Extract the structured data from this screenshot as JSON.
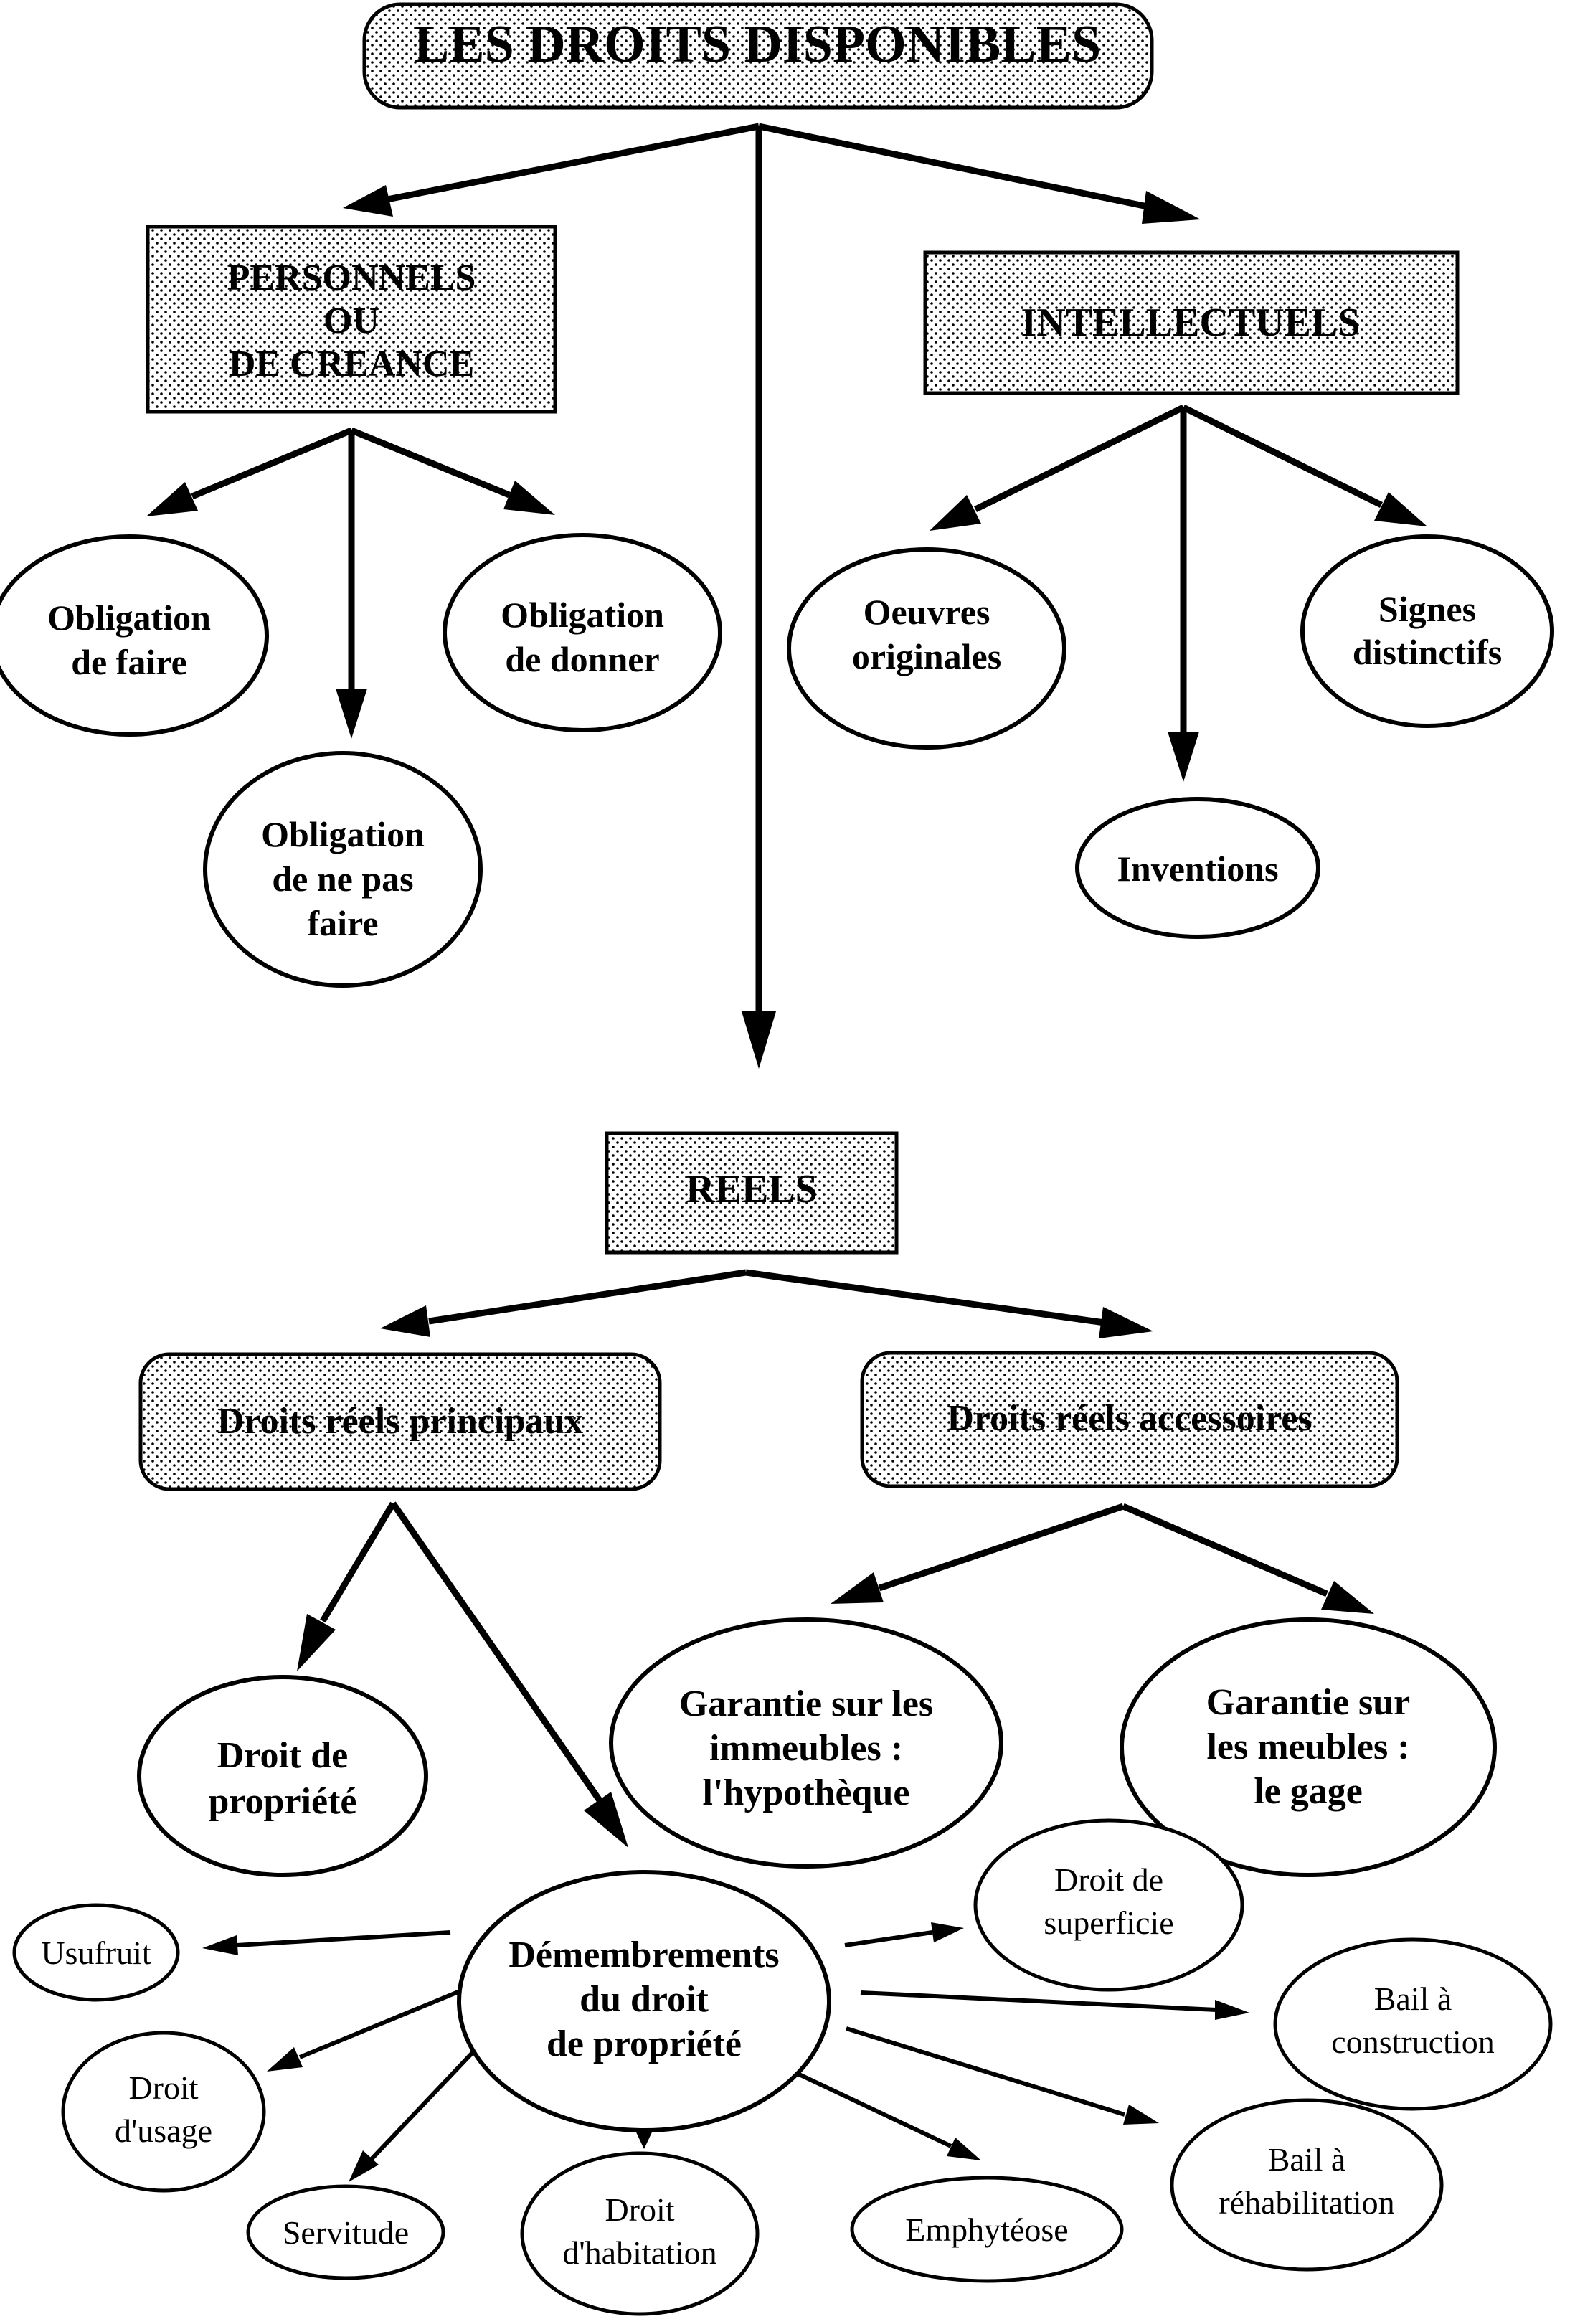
{
  "nodes": {
    "root": {
      "lines": [
        "LES DROITS DISPONIBLES"
      ]
    },
    "personnels": {
      "lines": [
        "PERSONNELS",
        "OU",
        "DE CREANCE"
      ]
    },
    "intellectuels": {
      "lines": [
        "INTELLECTUELS"
      ]
    },
    "obligation_faire": {
      "lines": [
        "Obligation",
        "de  faire"
      ]
    },
    "obligation_donner": {
      "lines": [
        "Obligation",
        "de  donner"
      ]
    },
    "obligation_ne_pas_faire": {
      "lines": [
        "Obligation",
        "de ne pas",
        "faire"
      ]
    },
    "oeuvres_originales": {
      "lines": [
        "Oeuvres",
        "originales"
      ]
    },
    "signes_distinctifs": {
      "lines": [
        "Signes",
        "distinctifs"
      ]
    },
    "inventions": {
      "lines": [
        "Inventions"
      ]
    },
    "reels": {
      "lines": [
        "REELS"
      ]
    },
    "droits_reels_principaux": {
      "lines": [
        "Droits  réels  principaux"
      ]
    },
    "droits_reels_accessoires": {
      "lines": [
        "Droits  réels  accessoires"
      ]
    },
    "droit_de_propriete": {
      "lines": [
        "Droit de",
        "propriété"
      ]
    },
    "garantie_immeubles": {
      "lines": [
        "Garantie sur les",
        "immeubles :",
        "l'hypothèque"
      ]
    },
    "garantie_meubles": {
      "lines": [
        "Garantie sur",
        "les meubles :",
        "le  gage"
      ]
    },
    "demembrements": {
      "lines": [
        "Démembrements",
        "du droit",
        "de  propriété"
      ]
    },
    "usufruit": {
      "lines": [
        "Usufruit"
      ]
    },
    "droit_usage": {
      "lines": [
        "Droit",
        "d'usage"
      ]
    },
    "servitude": {
      "lines": [
        "Servitude"
      ]
    },
    "droit_habitation": {
      "lines": [
        "Droit",
        "d'habitation"
      ]
    },
    "emphyteose": {
      "lines": [
        "Emphytéose"
      ]
    },
    "bail_rehabilitation": {
      "lines": [
        "Bail à",
        "réhabilitation"
      ]
    },
    "bail_construction": {
      "lines": [
        "Bail à",
        "construction"
      ]
    },
    "droit_superficie": {
      "lines": [
        "Droit de",
        "superficie"
      ]
    }
  },
  "edges": [
    [
      "root",
      "personnels"
    ],
    [
      "root",
      "intellectuels"
    ],
    [
      "root",
      "reels"
    ],
    [
      "personnels",
      "obligation_faire"
    ],
    [
      "personnels",
      "obligation_ne_pas_faire"
    ],
    [
      "personnels",
      "obligation_donner"
    ],
    [
      "intellectuels",
      "oeuvres_originales"
    ],
    [
      "intellectuels",
      "inventions"
    ],
    [
      "intellectuels",
      "signes_distinctifs"
    ],
    [
      "reels",
      "droits_reels_principaux"
    ],
    [
      "reels",
      "droits_reels_accessoires"
    ],
    [
      "droits_reels_principaux",
      "droit_de_propriete"
    ],
    [
      "droits_reels_principaux",
      "demembrements"
    ],
    [
      "droits_reels_accessoires",
      "garantie_immeubles"
    ],
    [
      "droits_reels_accessoires",
      "garantie_meubles"
    ],
    [
      "demembrements",
      "usufruit"
    ],
    [
      "demembrements",
      "droit_usage"
    ],
    [
      "demembrements",
      "servitude"
    ],
    [
      "demembrements",
      "droit_habitation"
    ],
    [
      "demembrements",
      "emphyteose"
    ],
    [
      "demembrements",
      "bail_rehabilitation"
    ],
    [
      "demembrements",
      "bail_construction"
    ],
    [
      "demembrements",
      "droit_superficie"
    ]
  ]
}
